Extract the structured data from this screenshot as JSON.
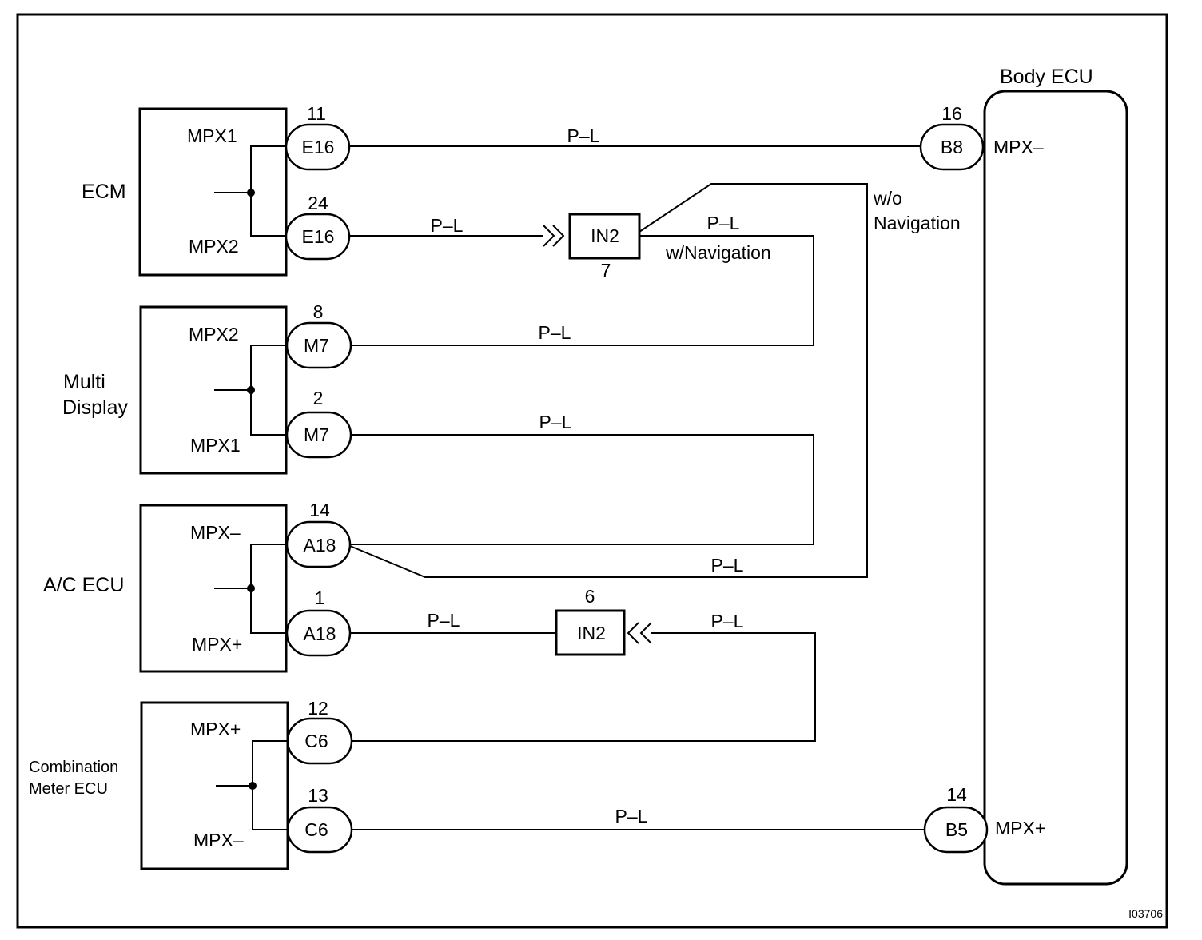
{
  "diagram": {
    "drawing_id": "I03706",
    "wire_color": "P–L",
    "body_ecu": {
      "label": "Body ECU",
      "pins": {
        "top": "MPX–",
        "bottom": "MPX+"
      },
      "connectors": {
        "top": {
          "code": "B8",
          "pin": "16"
        },
        "bottom": {
          "code": "B5",
          "pin": "14"
        }
      }
    },
    "ecm": {
      "label": "ECM",
      "pins": {
        "top": "MPX1",
        "bottom": "MPX2"
      },
      "connectors": {
        "top": {
          "code": "E16",
          "pin": "11"
        },
        "bottom": {
          "code": "E16",
          "pin": "24"
        }
      }
    },
    "multi_display": {
      "label_line1": "Multi",
      "label_line2": "Display",
      "pins": {
        "top": "MPX2",
        "bottom": "MPX1"
      },
      "connectors": {
        "top": {
          "code": "M7",
          "pin": "8"
        },
        "bottom": {
          "code": "M7",
          "pin": "2"
        }
      }
    },
    "ac_ecu": {
      "label": "A/C ECU",
      "pins": {
        "top": "MPX–",
        "bottom": "MPX+"
      },
      "connectors": {
        "top": {
          "code": "A18",
          "pin": "14"
        },
        "bottom": {
          "code": "A18",
          "pin": "1"
        }
      }
    },
    "combo_meter": {
      "label_line1": "Combination",
      "label_line2": "Meter ECU",
      "pins": {
        "top": "MPX+",
        "bottom": "MPX–"
      },
      "connectors": {
        "top": {
          "code": "C6",
          "pin": "12"
        },
        "bottom": {
          "code": "C6",
          "pin": "13"
        }
      }
    },
    "junction_upper": {
      "code": "IN2",
      "pin": "7"
    },
    "junction_lower": {
      "code": "IN2",
      "pin": "6"
    },
    "options": {
      "with_nav": "w/Navigation",
      "without_nav_line1": "w/o",
      "without_nav_line2": "Navigation"
    }
  }
}
